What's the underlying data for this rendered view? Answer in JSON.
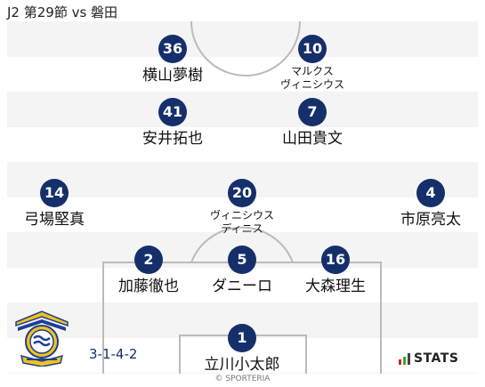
{
  "header": {
    "title": "J2 第29節 vs 磐田"
  },
  "formation": "3-1-4-2",
  "players": [
    {
      "number": "36",
      "name": "横山夢樹"
    },
    {
      "number": "10",
      "name": "マルクス\nヴィニシウス"
    },
    {
      "number": "41",
      "name": "安井拓也"
    },
    {
      "number": "7",
      "name": "山田貴文"
    },
    {
      "number": "14",
      "name": "弓場堅真"
    },
    {
      "number": "20",
      "name": "ヴィニシウス\nディニス"
    },
    {
      "number": "4",
      "name": "市原亮太"
    },
    {
      "number": "2",
      "name": "加藤徹也"
    },
    {
      "number": "5",
      "name": "ダニーロ"
    },
    {
      "number": "16",
      "name": "大森理生"
    },
    {
      "number": "1",
      "name": "立川小太郎"
    }
  ],
  "branding": {
    "stats_logo": "STATS",
    "copyright": "© SPORTERIA"
  },
  "colors": {
    "badge": "#152f6b",
    "formation_text": "#152f6b",
    "stripe_dark": "#f4f4f4",
    "stripe_light": "#ffffff",
    "line": "#bbbbbb",
    "crest_yellow": "#f2c21b",
    "crest_blue": "#1c3f94",
    "stats_bar_red": "#d2232a",
    "stats_bar_green": "#3aa935",
    "stats_bar_gray": "#444444"
  }
}
